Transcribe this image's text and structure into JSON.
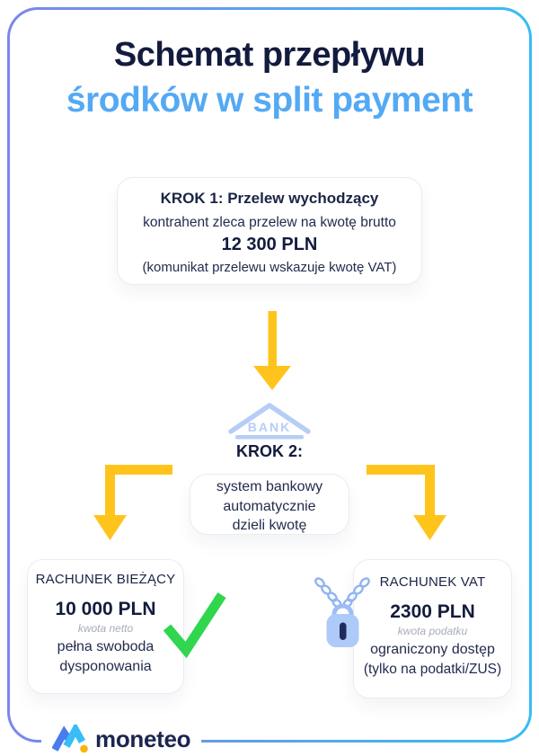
{
  "header": {
    "title_line1": "Schemat przepływu",
    "title_line2": "środków w split payment"
  },
  "step1": {
    "title": "KROK 1: Przelew wychodzący",
    "line1": "kontrahent zleca przelew na kwotę brutto",
    "amount": "12 300 PLN",
    "note": "(komunikat przelewu wskazuje kwotę VAT)"
  },
  "bank": {
    "label": "BANK"
  },
  "step2": {
    "title": "KROK 2:",
    "line1": "system bankowy",
    "line2": "automatycznie",
    "line3": "dzieli kwotę"
  },
  "account_current": {
    "title": "RACHUNEK BIEŻĄCY",
    "amount": "10 000 PLN",
    "amount_note": "kwota netto",
    "line1": "pełna swoboda",
    "line2": "dysponowania"
  },
  "account_vat": {
    "title": "RACHUNEK VAT",
    "amount": "2300 PLN",
    "amount_note": "kwota podatku",
    "line1": "ograniczony dostęp",
    "line2": "(tylko na podatki/ZUS)"
  },
  "footer": {
    "brand": "moneteo"
  },
  "icons": {
    "bank": "bank-building-icon",
    "padlock": "padlock-with-chain-icon",
    "check": "green-checkmark-icon",
    "arrows": "yellow-flow-arrows"
  },
  "colors": {
    "navy": "#1b2447",
    "accent_blue": "#54a9f4",
    "arrow_yellow": "#ffc41c",
    "icon_light_blue": "#b6cdf6",
    "chain_blue": "#8fb4f0",
    "check_green": "#2fd64e",
    "note_gray": "#a8adba",
    "frame_gradient_start": "#7a87ee",
    "frame_gradient_end": "#36bdf3"
  }
}
